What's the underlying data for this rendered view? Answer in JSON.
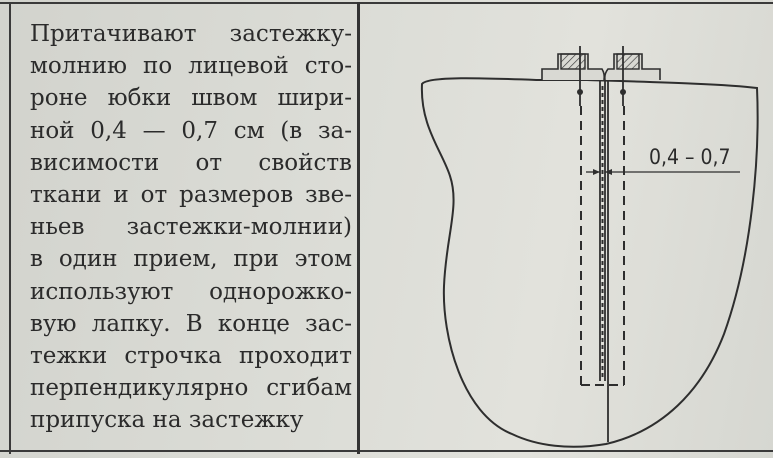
{
  "text_lines": [
    "Притачивают застежку-",
    "молнию по лицевой сто-",
    "роне юбки швом шири-",
    "ной 0,4 — 0,7 см (в за-",
    "висимости от свойств",
    "ткани и от размеров зве-",
    "ньев застежки-молнии)",
    "в один прием, при этом",
    "используют однорожко-",
    "вую лапку. В конце зас-",
    "тежки строчка проходит",
    "перпендикулярно сгибам",
    "припуска на застежку"
  ],
  "figure": {
    "dimension_label": "0,4 – 0,7"
  }
}
